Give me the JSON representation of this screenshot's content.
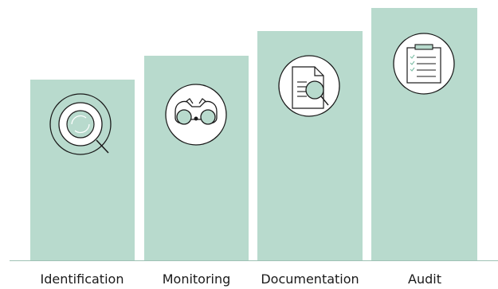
{
  "colors": {
    "bar": "#b8dacd",
    "baseline": "#9fc2b5",
    "icon_stroke": "#1a1a1a",
    "icon_fill": "#ffffff",
    "lens_fill": "#b8dacd"
  },
  "steps": [
    {
      "label": "Identification",
      "icon": "magnifying-glass-icon"
    },
    {
      "label": "Monitoring",
      "icon": "binoculars-icon"
    },
    {
      "label": "Documentation",
      "icon": "document-search-icon"
    },
    {
      "label": "Audit",
      "icon": "clipboard-checklist-icon"
    }
  ]
}
